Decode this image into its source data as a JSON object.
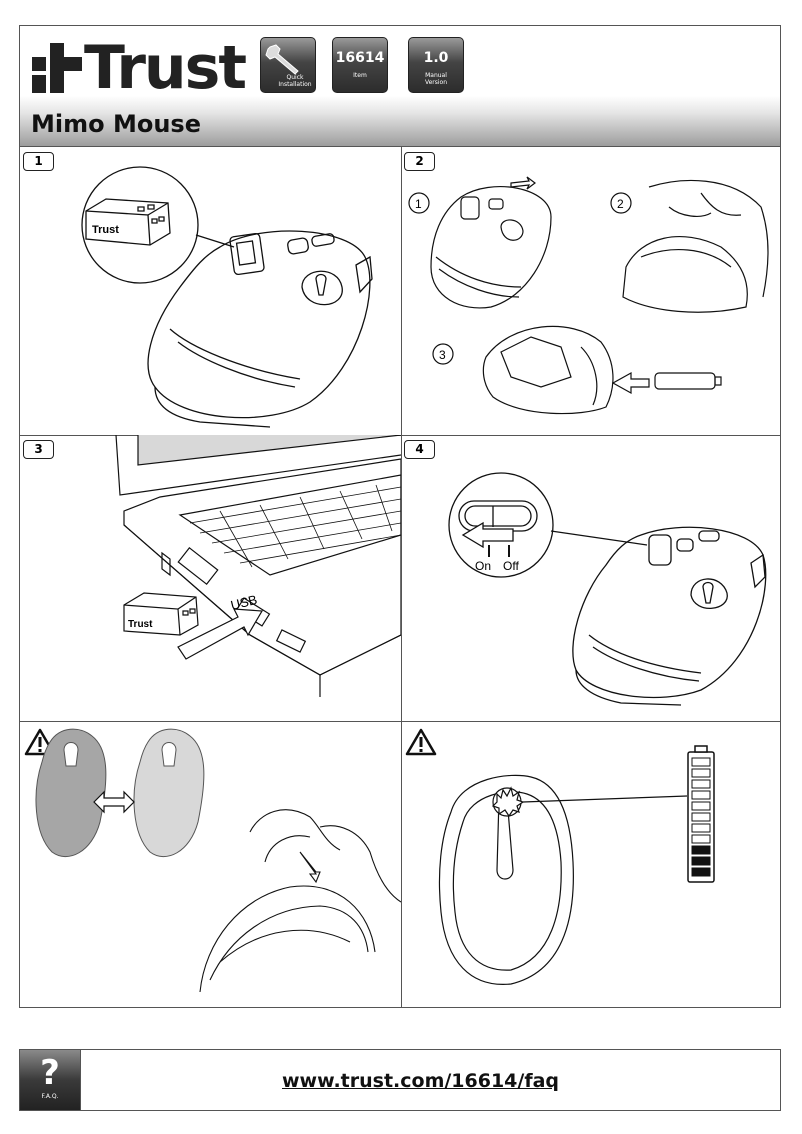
{
  "header": {
    "brand": "Trust",
    "tiles": [
      {
        "icon": "wrench-icon",
        "line1": "Quick",
        "line2": "Installation"
      },
      {
        "value": "16614",
        "caption": "Item"
      },
      {
        "value": "1.0",
        "caption1": "Manual",
        "caption2": "Version"
      }
    ],
    "title": "Mimo Mouse"
  },
  "panels": {
    "p1": {
      "badge": "1"
    },
    "p2": {
      "badge": "2",
      "steps": [
        "1",
        "2",
        "3"
      ]
    },
    "p3": {
      "badge": "3",
      "usb_label": "USB",
      "receiver_logo": "Trust"
    },
    "p4": {
      "badge": "4",
      "switch_on": "On",
      "switch_off": "Off"
    },
    "p5": {
      "warning_icon": "warning-triangle-icon"
    },
    "p6": {
      "warning_icon": "warning-triangle-icon"
    }
  },
  "footer": {
    "faq_symbol": "?",
    "faq_caption": "F.A.Q.",
    "link": "www.trust.com/16614/faq"
  }
}
